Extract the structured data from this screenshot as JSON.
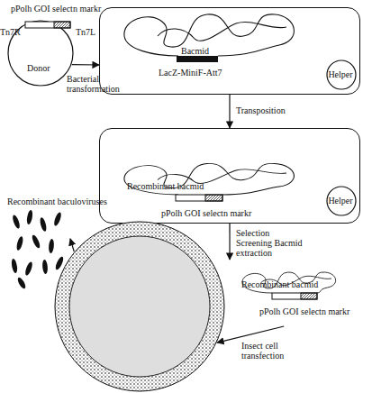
{
  "diagram": {
    "nodes": [
      {
        "text": [
          "Donor"
        ]
      },
      {
        "text": [
          "Bacmid",
          "LacZ-MiniF-Att7"
        ]
      },
      {
        "text": [
          "Helper"
        ],
        "in": 1
      },
      {
        "text": [
          "Recombinant bacmid",
          "pPolh GOI selectn markr"
        ]
      },
      {
        "text": [
          "Helper"
        ],
        "in": 3
      },
      {
        "text": [
          "Recombinant bacmid",
          "pPolh GOI selectn markr"
        ]
      },
      {
        "text": []
      },
      {
        "text": [
          "Recombinant baculoviruses"
        ]
      }
    ],
    "edges": [
      {
        "from": 0,
        "to": 1,
        "label": "Bacterial transformation",
        "arrow": "to"
      },
      {
        "from": 1,
        "to": 3,
        "label": "Transposition",
        "arrow": "to"
      },
      {
        "from": 3,
        "to": 5,
        "label": "Selection Screening Bacmid extraction",
        "arrow": "to"
      },
      {
        "from": 5,
        "to": 6,
        "label": "Insect cell transfection",
        "arrow": "to"
      },
      {
        "from": 6,
        "to": 7,
        "arrow": "to"
      }
    ],
    "labels": [
      "pPolh GOI selectn markr",
      "Tn7R",
      "Tn7L"
    ]
  }
}
